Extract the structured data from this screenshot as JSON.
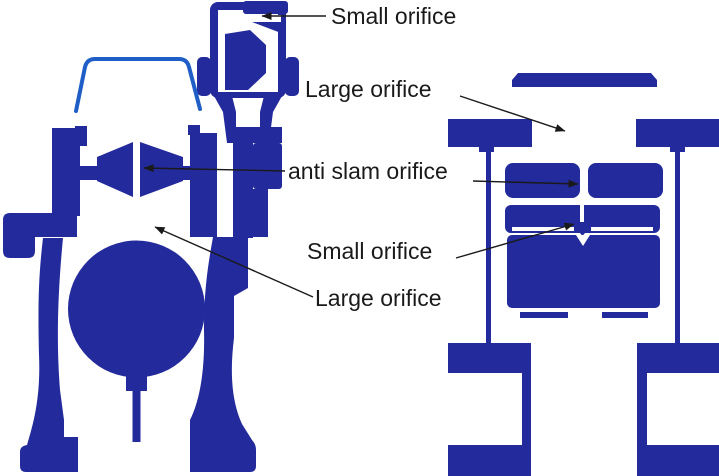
{
  "figure": {
    "labels": {
      "small_orifice_top": "Small orifice",
      "large_orifice_top": "Large orifice",
      "anti_slam": "anti slam orifice",
      "small_orifice_bottom": "Small orifice",
      "large_orifice_bottom": "Large orifice"
    },
    "colors": {
      "valve_fill": "#232a9c",
      "cover_line": "#1e5ec6",
      "arrow_color": "#1a1a1a",
      "label_text": "#1a1a1a",
      "bg": "#ffffff"
    }
  }
}
